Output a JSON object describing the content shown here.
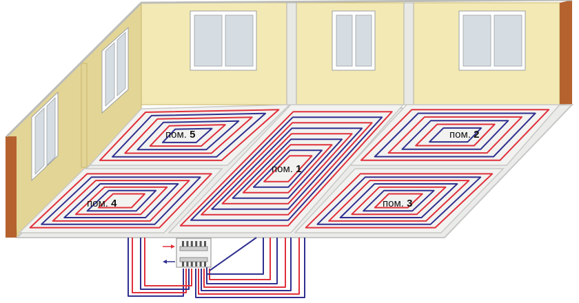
{
  "colors": {
    "wall_face": "#f3e9b4",
    "wall_side": "#e3d596",
    "wall_edge": "#c7b56a",
    "wall_cap": "#e8e8e4",
    "brick": "#b5622f",
    "floor": "#ebebea",
    "floor_outline": "#c8c8c6",
    "window_frame": "#ffffff",
    "window_glass": "#d6dde2",
    "pipe_supply": "#e0303a",
    "pipe_return": "#2f2f8f",
    "manifold": "#cfcfcf"
  },
  "rooms": [
    {
      "id": "r5",
      "prefix": "пом.",
      "number": "5"
    },
    {
      "id": "r1",
      "prefix": "пом.",
      "number": "1"
    },
    {
      "id": "r2",
      "prefix": "пом.",
      "number": "2"
    },
    {
      "id": "r4",
      "prefix": "пом.",
      "number": "4"
    },
    {
      "id": "r3",
      "prefix": "пом.",
      "number": "3"
    }
  ]
}
